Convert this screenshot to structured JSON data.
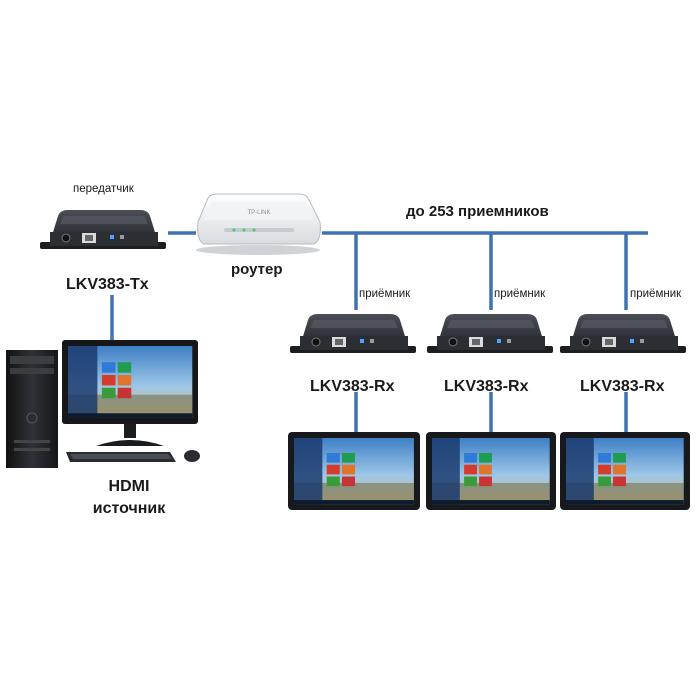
{
  "diagram": {
    "transmitter": {
      "caption": "передатчик",
      "model": "LKV383-Tx"
    },
    "router": {
      "label": "роутер",
      "brand": "TP-LINK"
    },
    "network": {
      "label": "до 253 приемников"
    },
    "receivers": [
      {
        "caption": "приёмник",
        "model": "LKV383-Rx"
      },
      {
        "caption": "приёмник",
        "model": "LKV383-Rx"
      },
      {
        "caption": "приёмник",
        "model": "LKV383-Rx"
      }
    ],
    "source": {
      "line1": "HDMI",
      "line2": "источник"
    },
    "colors": {
      "cable": "#3f72b0",
      "device": "#2a2d33",
      "screen_sky": "#6da6d6"
    }
  }
}
